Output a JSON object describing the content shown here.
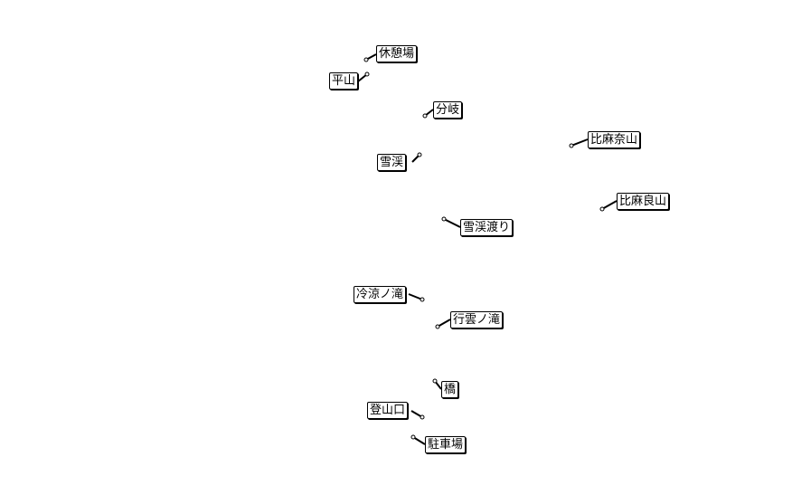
{
  "markers": [
    {
      "id": "kyukeijo",
      "name": "休憩場"
    },
    {
      "id": "hirayama",
      "name": "平山"
    },
    {
      "id": "bunki",
      "name": "分岐"
    },
    {
      "id": "hima-nasan",
      "name": "比麻奈山"
    },
    {
      "id": "sekkei",
      "name": "雪渓"
    },
    {
      "id": "hima-rasan",
      "name": "比麻良山"
    },
    {
      "id": "sekkei-watari",
      "name": "雪渓渡り"
    },
    {
      "id": "reiryo-no-taki",
      "name": "冷涼ノ滝"
    },
    {
      "id": "kouun-no-taki",
      "name": "行雲ノ滝"
    },
    {
      "id": "hashi",
      "name": "橋"
    },
    {
      "id": "tozanguchi",
      "name": "登山口"
    },
    {
      "id": "chushajo",
      "name": "駐車場"
    }
  ],
  "colors": {
    "background": "#ffffff",
    "label_border": "#000000",
    "label_text": "#000000",
    "leader": "#000000"
  }
}
